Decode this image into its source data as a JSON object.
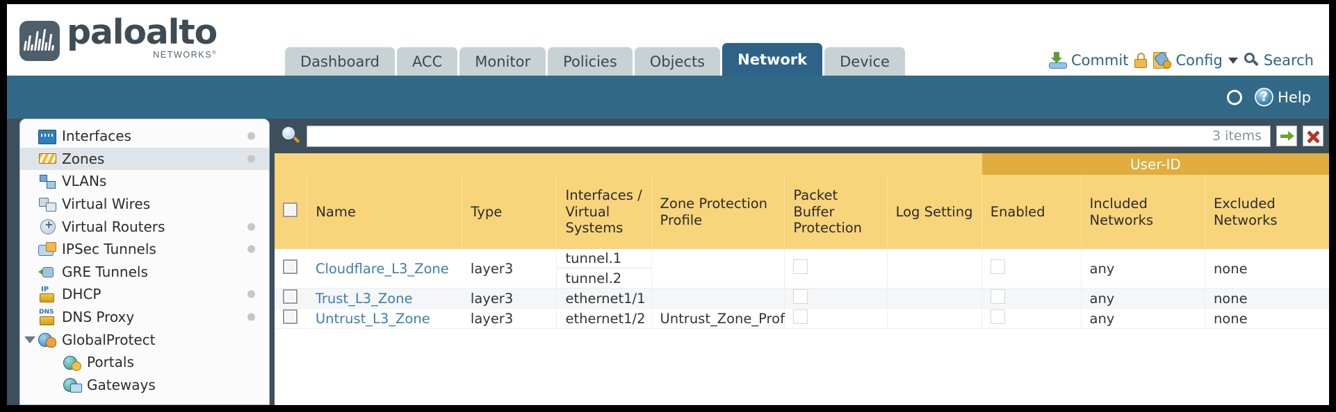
{
  "brand": {
    "name": "paloalto",
    "tagline": "NETWORKS",
    "trademark": "®"
  },
  "tabs": [
    {
      "label": "Dashboard",
      "active": false
    },
    {
      "label": "ACC",
      "active": false
    },
    {
      "label": "Monitor",
      "active": false
    },
    {
      "label": "Policies",
      "active": false
    },
    {
      "label": "Objects",
      "active": false
    },
    {
      "label": "Network",
      "active": true
    },
    {
      "label": "Device",
      "active": false
    }
  ],
  "header_actions": {
    "commit": "Commit",
    "config": "Config",
    "search": "Search"
  },
  "blue_band": {
    "help": "Help"
  },
  "sidebar": {
    "items": [
      {
        "label": "Interfaces",
        "icon": "interfaces-icon",
        "dot": true,
        "selected": false,
        "child": false,
        "twisty": false
      },
      {
        "label": "Zones",
        "icon": "zones-icon",
        "dot": true,
        "selected": true,
        "child": false,
        "twisty": false
      },
      {
        "label": "VLANs",
        "icon": "vlans-icon",
        "dot": false,
        "selected": false,
        "child": false,
        "twisty": false
      },
      {
        "label": "Virtual Wires",
        "icon": "virtual-wires-icon",
        "dot": false,
        "selected": false,
        "child": false,
        "twisty": false
      },
      {
        "label": "Virtual Routers",
        "icon": "virtual-routers-icon",
        "dot": true,
        "selected": false,
        "child": false,
        "twisty": false
      },
      {
        "label": "IPSec Tunnels",
        "icon": "ipsec-tunnels-icon",
        "dot": true,
        "selected": false,
        "child": false,
        "twisty": false
      },
      {
        "label": "GRE Tunnels",
        "icon": "gre-tunnels-icon",
        "dot": false,
        "selected": false,
        "child": false,
        "twisty": false
      },
      {
        "label": "DHCP",
        "icon": "dhcp-icon",
        "dot": true,
        "selected": false,
        "child": false,
        "twisty": false
      },
      {
        "label": "DNS Proxy",
        "icon": "dns-proxy-icon",
        "dot": true,
        "selected": false,
        "child": false,
        "twisty": false
      },
      {
        "label": "GlobalProtect",
        "icon": "globalprotect-icon",
        "dot": false,
        "selected": false,
        "child": false,
        "twisty": true
      },
      {
        "label": "Portals",
        "icon": "portals-icon",
        "dot": false,
        "selected": false,
        "child": true,
        "twisty": false
      },
      {
        "label": "Gateways",
        "icon": "gateways-icon",
        "dot": false,
        "selected": false,
        "child": true,
        "twisty": false
      }
    ]
  },
  "search": {
    "value": "",
    "placeholder": "",
    "item_count": "3 items",
    "apply_label": "apply-filter",
    "clear_label": "clear-filter"
  },
  "table": {
    "group_header": "User-ID",
    "columns": [
      "Name",
      "Type",
      "Interfaces / Virtual Systems",
      "Zone Protection Profile",
      "Packet Buffer Protection",
      "Log Setting",
      "Enabled",
      "Included Networks",
      "Excluded Networks"
    ],
    "rows": [
      {
        "name": "Cloudflare_L3_Zone",
        "type": "layer3",
        "interfaces": [
          "tunnel.1",
          "tunnel.2"
        ],
        "zone_protection_profile": "",
        "packet_buffer_protection": false,
        "log_setting": "",
        "userid_enabled": false,
        "included_networks": "any",
        "excluded_networks": "none"
      },
      {
        "name": "Trust_L3_Zone",
        "type": "layer3",
        "interfaces": [
          "ethernet1/1"
        ],
        "zone_protection_profile": "",
        "packet_buffer_protection": false,
        "log_setting": "",
        "userid_enabled": false,
        "included_networks": "any",
        "excluded_networks": "none"
      },
      {
        "name": "Untrust_L3_Zone",
        "type": "layer3",
        "interfaces": [
          "ethernet1/2"
        ],
        "zone_protection_profile": "Untrust_Zone_Prof",
        "packet_buffer_protection": false,
        "log_setting": "",
        "userid_enabled": false,
        "included_networks": "any",
        "excluded_networks": "none"
      }
    ]
  },
  "colors": {
    "brand_blue": "#2e6387",
    "band_blue": "#316986",
    "table_header": "#f8d47a",
    "group_header": "#e0ad3e",
    "body_bg": "#3d4f5c",
    "link": "#3d7faa"
  }
}
